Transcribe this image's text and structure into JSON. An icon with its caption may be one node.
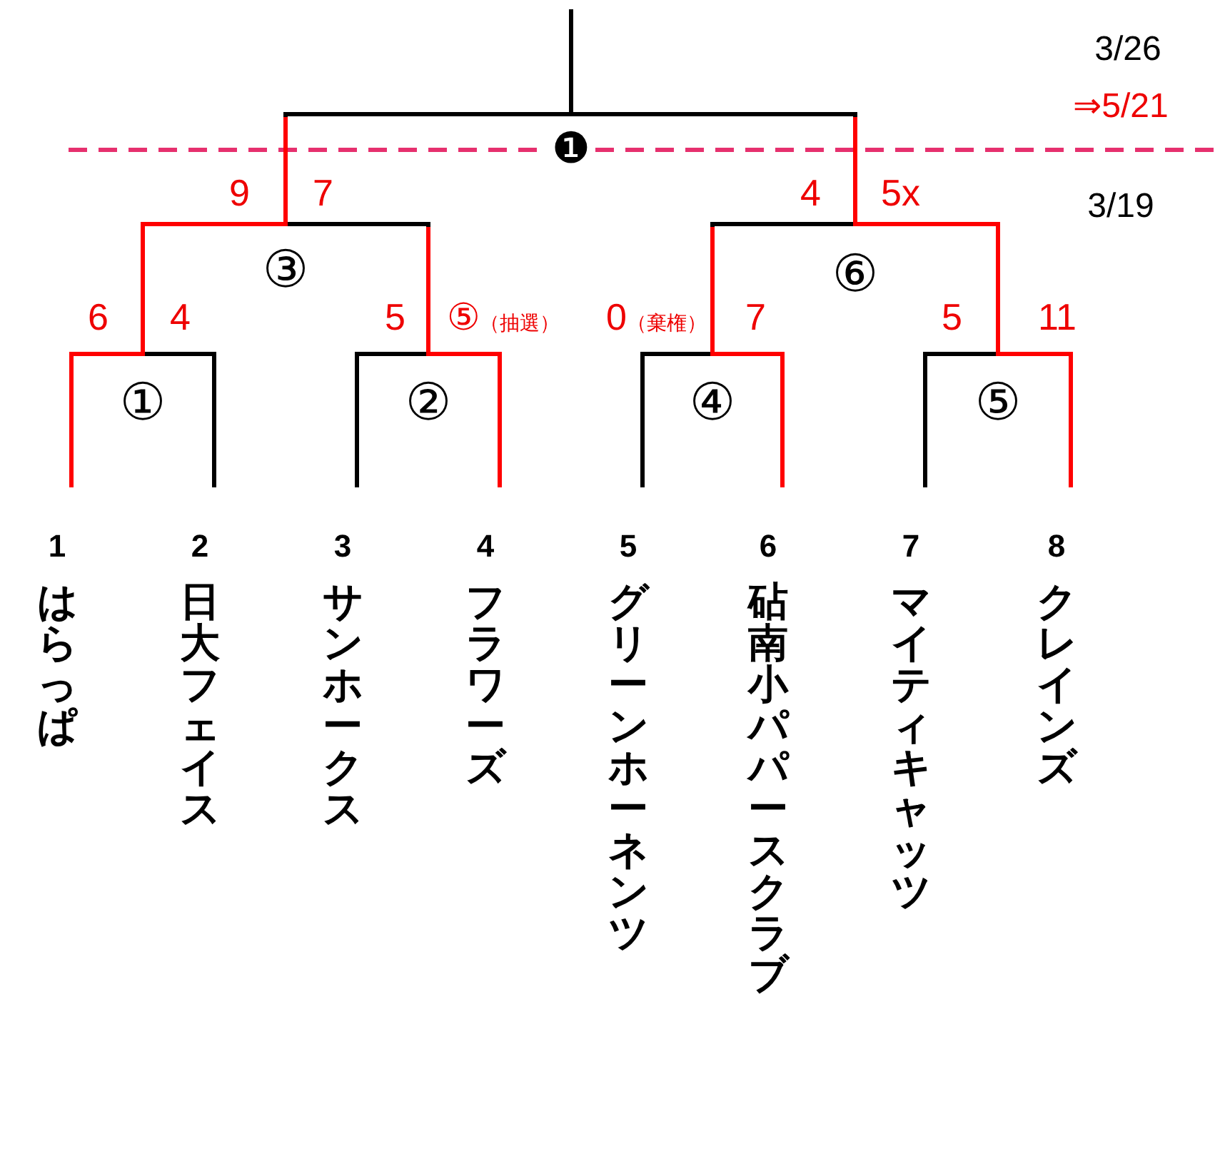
{
  "diagram": {
    "nodes": [
      {
        "text": [
          "❶"
        ]
      },
      {
        "text": [
          "③"
        ]
      },
      {
        "text": [
          "⑥"
        ]
      },
      {
        "text": [
          "①"
        ]
      },
      {
        "text": [
          "②"
        ]
      },
      {
        "text": [
          "④"
        ]
      },
      {
        "text": [
          "⑤"
        ]
      },
      {
        "text": [
          "1",
          "はらっぱ"
        ]
      },
      {
        "text": [
          "2",
          "日大フェイス"
        ]
      },
      {
        "text": [
          "3",
          "サンホークス"
        ]
      },
      {
        "text": [
          "4",
          "フラワーズ"
        ]
      },
      {
        "text": [
          "5",
          "グリーンホーネンツ"
        ]
      },
      {
        "text": [
          "6",
          "砧南小パパースクラブ"
        ]
      },
      {
        "text": [
          "7",
          "マイティキャッツ"
        ]
      },
      {
        "text": [
          "8",
          "クレインズ"
        ]
      }
    ],
    "edges": [
      {
        "from": 7,
        "to": 3,
        "arrow": "none",
        "label": "6",
        "color": "#ff0000"
      },
      {
        "from": 8,
        "to": 3,
        "arrow": "none",
        "label": "4",
        "color": "#000000"
      },
      {
        "from": 9,
        "to": 4,
        "arrow": "none",
        "label": "5",
        "color": "#000000"
      },
      {
        "from": 10,
        "to": 4,
        "arrow": "none",
        "label": "⑤（抽選）",
        "color": "#ff0000"
      },
      {
        "from": 11,
        "to": 5,
        "arrow": "none",
        "label": "0（棄権）",
        "color": "#000000"
      },
      {
        "from": 12,
        "to": 5,
        "arrow": "none",
        "label": "7",
        "color": "#ff0000"
      },
      {
        "from": 13,
        "to": 6,
        "arrow": "none",
        "label": "5",
        "color": "#000000"
      },
      {
        "from": 14,
        "to": 6,
        "arrow": "none",
        "label": "11",
        "color": "#ff0000"
      },
      {
        "from": 3,
        "to": 1,
        "arrow": "none",
        "label": "9",
        "color": "#ff0000"
      },
      {
        "from": 4,
        "to": 1,
        "arrow": "none",
        "label": "7",
        "color": "#000000"
      },
      {
        "from": 5,
        "to": 2,
        "arrow": "none",
        "label": "4",
        "color": "#000000"
      },
      {
        "from": 6,
        "to": 2,
        "arrow": "none",
        "label": "5x",
        "color": "#ff0000"
      },
      {
        "from": 1,
        "to": 0,
        "arrow": "none",
        "color": "#000000"
      },
      {
        "from": 2,
        "to": 0,
        "arrow": "none",
        "color": "#000000"
      },
      {
        "from": 0,
        "to": null,
        "arrow": "none",
        "color": "#000000"
      }
    ],
    "labels": [
      "3/26",
      "⇒5/21",
      "3/19"
    ]
  }
}
